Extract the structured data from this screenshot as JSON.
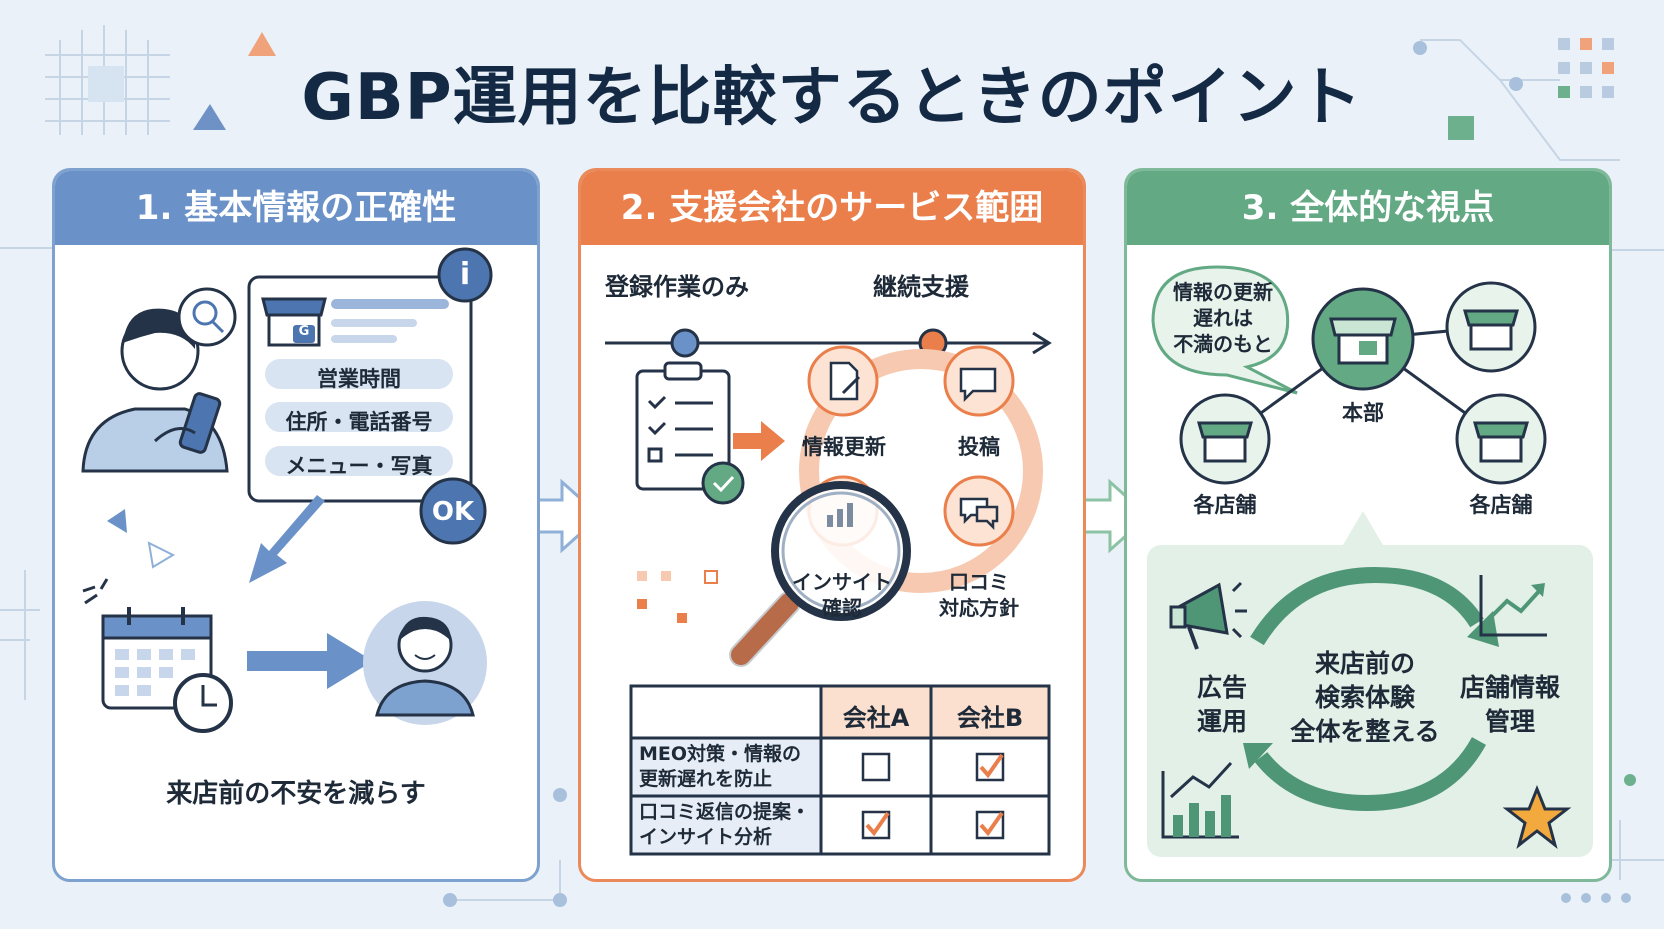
{
  "title": "GBP運用を比較するときのポイント",
  "colors": {
    "blue": "#6b92c8",
    "orange": "#ea7f4b",
    "green": "#62a984",
    "navy": "#142a44"
  },
  "panel1": {
    "header": "1. 基本情報の正確性",
    "info_items": [
      "営業時間",
      "住所・電話番号",
      "メニュー・写真"
    ],
    "info_badge": "i",
    "ok_badge": "OK",
    "store_letter": "G",
    "caption": "来店前の不安を減らす"
  },
  "panel2": {
    "header": "2. 支援会社のサービス範囲",
    "timeline_start": "登録作業のみ",
    "timeline_end": "継続支援",
    "cycle": [
      "情報更新",
      "投稿",
      "インサイト確認",
      "口コミ対応方針"
    ],
    "cycle_lines": {
      "insight": [
        "インサイト",
        "確認"
      ],
      "review": [
        "口コミ",
        "対応方針"
      ]
    },
    "table": {
      "headers": [
        "",
        "会社A",
        "会社B"
      ],
      "rows": [
        {
          "label": [
            "MEO対策・情報の",
            "更新遅れを防止"
          ],
          "a": false,
          "b": true
        },
        {
          "label": [
            "口コミ返信の提案・",
            "インサイト分析"
          ],
          "a": true,
          "b": true
        }
      ]
    }
  },
  "panel3": {
    "header": "3. 全体的な視点",
    "bubble": [
      "情報の更新",
      "遅れは",
      "不満のもと"
    ],
    "hq_label": "本部",
    "store_label": "各店舗",
    "center": [
      "来店前の",
      "検索体験",
      "全体を整える"
    ],
    "left": [
      "広告",
      "運用"
    ],
    "right": [
      "店舗情報",
      "管理"
    ]
  }
}
